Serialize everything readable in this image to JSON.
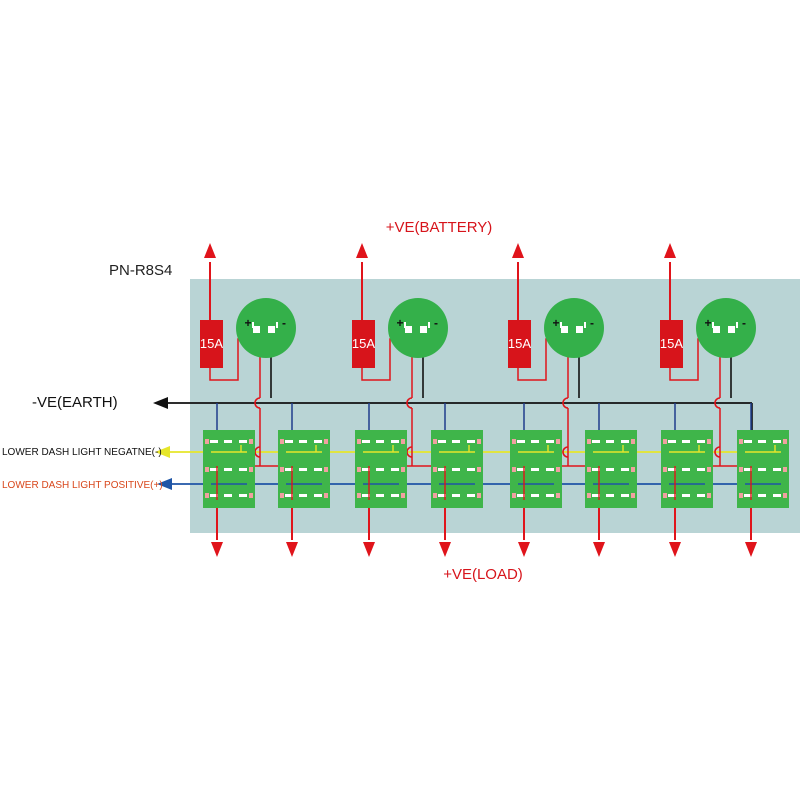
{
  "model": "PN-R8S4",
  "labels": {
    "battery": "+VE(BATTERY)",
    "load": "+VE(LOAD)",
    "earth": "-VE(EARTH)",
    "dash_negative": "LOWER DASH LIGHT NEGATNE(-)",
    "dash_positive": "LOWER DASH LIGHT POSITIVE(+)"
  },
  "fuses": [
    "15A",
    "15A",
    "15A",
    "15A"
  ],
  "polarity": {
    "plus": "+",
    "minus": "-"
  },
  "switch_count": 8,
  "colors": {
    "panel": "#b9d4d5",
    "switch_board": "#3fb54a",
    "fuse": "#d7141b",
    "breaker": "#34b04a",
    "wire_positive": "#e0141b",
    "wire_earth": "#111111",
    "wire_dash_negative": "#e6e62a",
    "wire_dash_positive": "#1f55a6",
    "wire_switch": "#1f3d8c",
    "label_red": "#d7141b",
    "label_orange": "#d8471c"
  }
}
